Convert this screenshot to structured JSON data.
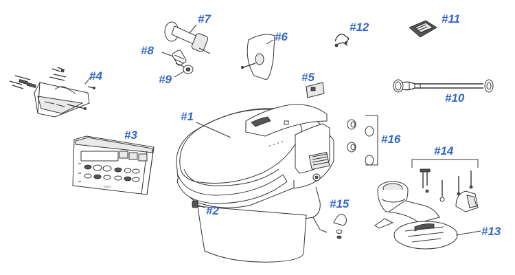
{
  "callouts": {
    "c1": "#1",
    "c2": "#2",
    "c3": "#3",
    "c4": "#4",
    "c5": "#5",
    "c6": "#6",
    "c7": "#7",
    "c8": "#8",
    "c9": "#9",
    "c10": "#10",
    "c11": "#11",
    "c12": "#12",
    "c13": "#13",
    "c14": "#14",
    "c15": "#15",
    "c16": "#16"
  },
  "remote": {
    "brand": "TOTO"
  },
  "colors": {
    "callout": "#3366cc",
    "line": "#333333",
    "background": "#ffffff"
  }
}
